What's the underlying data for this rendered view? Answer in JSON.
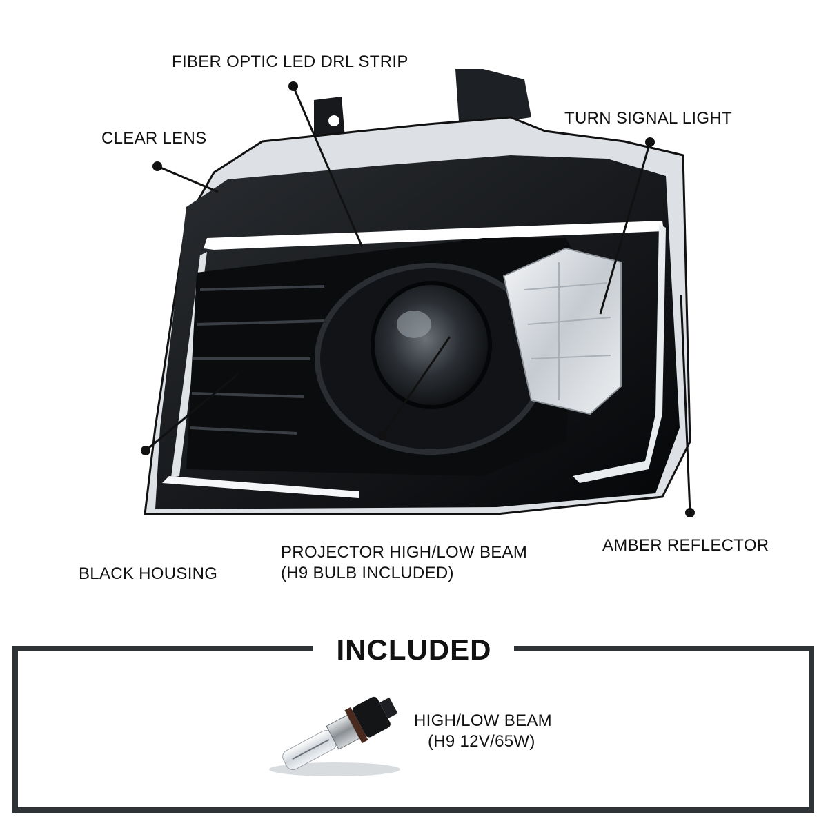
{
  "callouts": {
    "fiber_optic": "FIBER OPTIC LED DRL STRIP",
    "clear_lens": "CLEAR LENS",
    "turn_signal": "TURN SIGNAL LIGHT",
    "black_housing": "BLACK HOUSING",
    "projector_line1": "PROJECTOR HIGH/LOW BEAM",
    "projector_line2": "(H9 BULB INCLUDED)",
    "amber_reflector": "AMBER REFLECTOR"
  },
  "included": {
    "title": "INCLUDED",
    "bulb_line1": "HIGH/LOW BEAM",
    "bulb_line2": "(H9 12V/65W)"
  },
  "colors": {
    "housing": "#0d0f12",
    "frame": "#2f3336",
    "dot": "#111111"
  }
}
